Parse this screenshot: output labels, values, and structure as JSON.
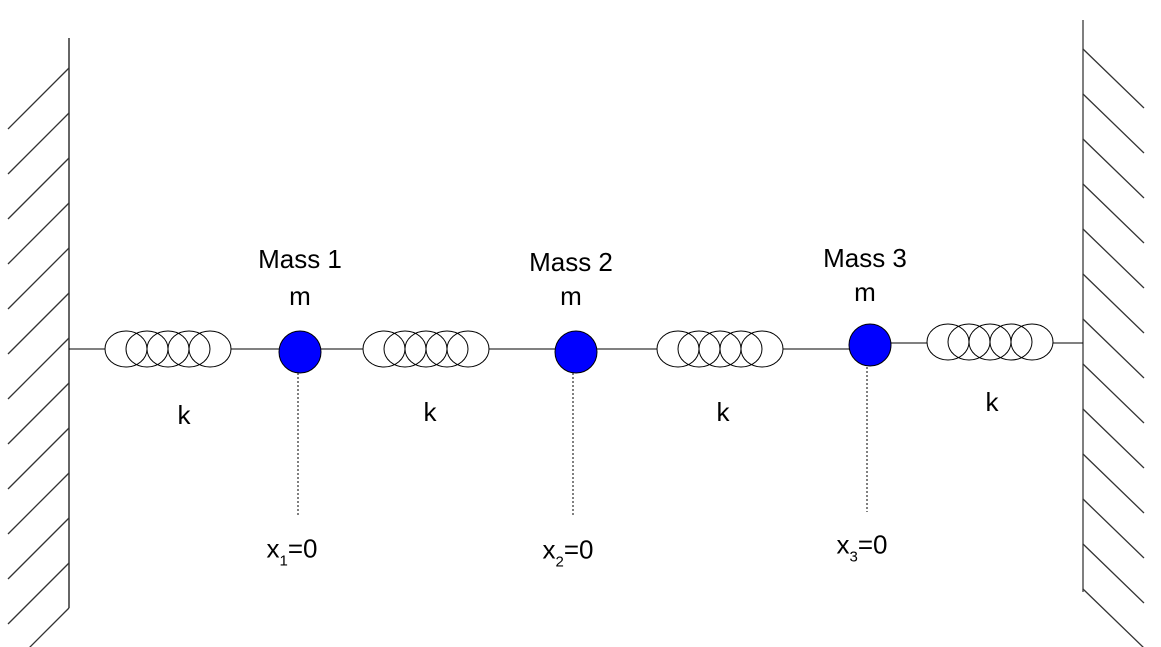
{
  "masses": [
    {
      "title": "Mass 1",
      "symbol": "m",
      "position_label": "x",
      "subscript": "1",
      "equals": "=0"
    },
    {
      "title": "Mass 2",
      "symbol": "m",
      "position_label": "x",
      "subscript": "2",
      "equals": "=0"
    },
    {
      "title": "Mass 3",
      "symbol": "m",
      "position_label": "x",
      "subscript": "3",
      "equals": "=0"
    }
  ],
  "springs": [
    {
      "label": "k"
    },
    {
      "label": "k"
    },
    {
      "label": "k"
    },
    {
      "label": "k"
    }
  ],
  "colors": {
    "mass": "#0000FF",
    "line": "#000000"
  }
}
